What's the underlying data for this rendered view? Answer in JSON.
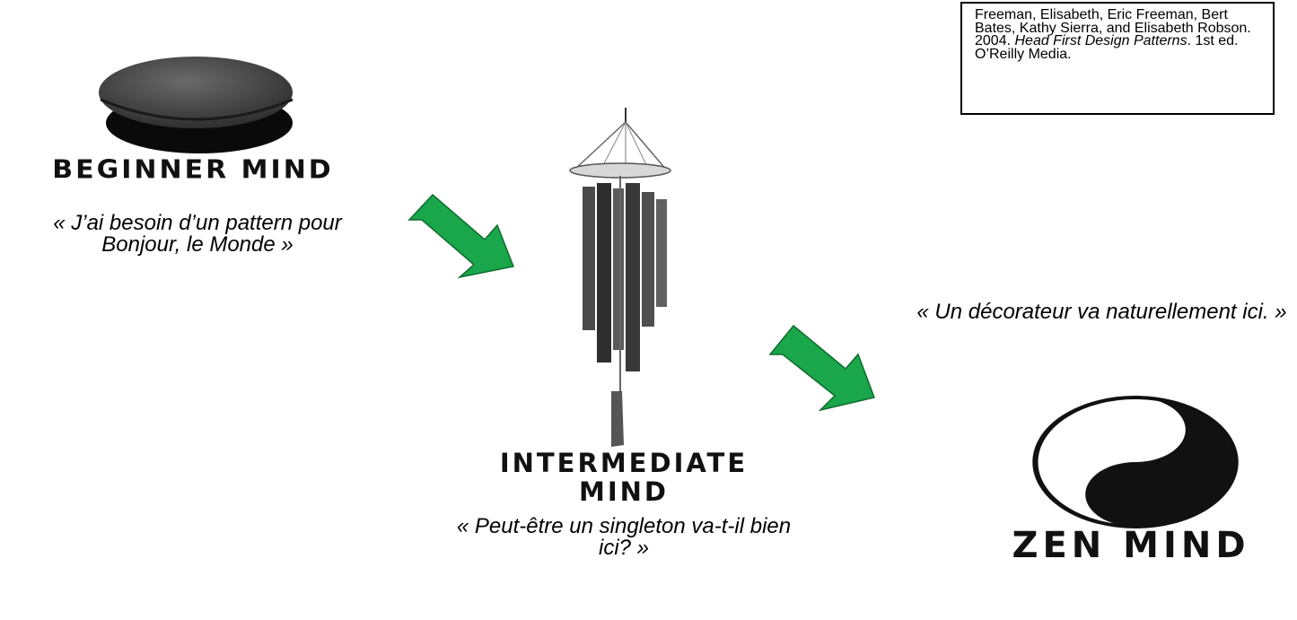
{
  "citation": {
    "authors": "Freeman, Elisabeth, Eric Freeman, Bert Bates, Kathy Sierra, and Elisabeth Robson. 2004. ",
    "book_title": "Head First Design Patterns",
    "edition": ". 1st ed. O’Reilly Media."
  },
  "stages": {
    "beginner": {
      "title": "BEGINNER MIND",
      "quote": "« J’ai besoin d’un pattern pour Bonjour, le Monde »",
      "icon": "stone-icon"
    },
    "intermediate": {
      "title_line1": "INTERMEDIATE",
      "title_line2": "MIND",
      "quote": "« Peut-être un singleton va-t-il bien ici? »",
      "icon": "wind-chime-icon"
    },
    "zen": {
      "title": "ZEN MIND",
      "quote": "« Un décorateur va naturellement ici. »",
      "icon": "yin-yang-icon"
    }
  },
  "colors": {
    "arrow": "#1aa64a",
    "stone": "#3a3a3a",
    "ink": "#111111"
  }
}
